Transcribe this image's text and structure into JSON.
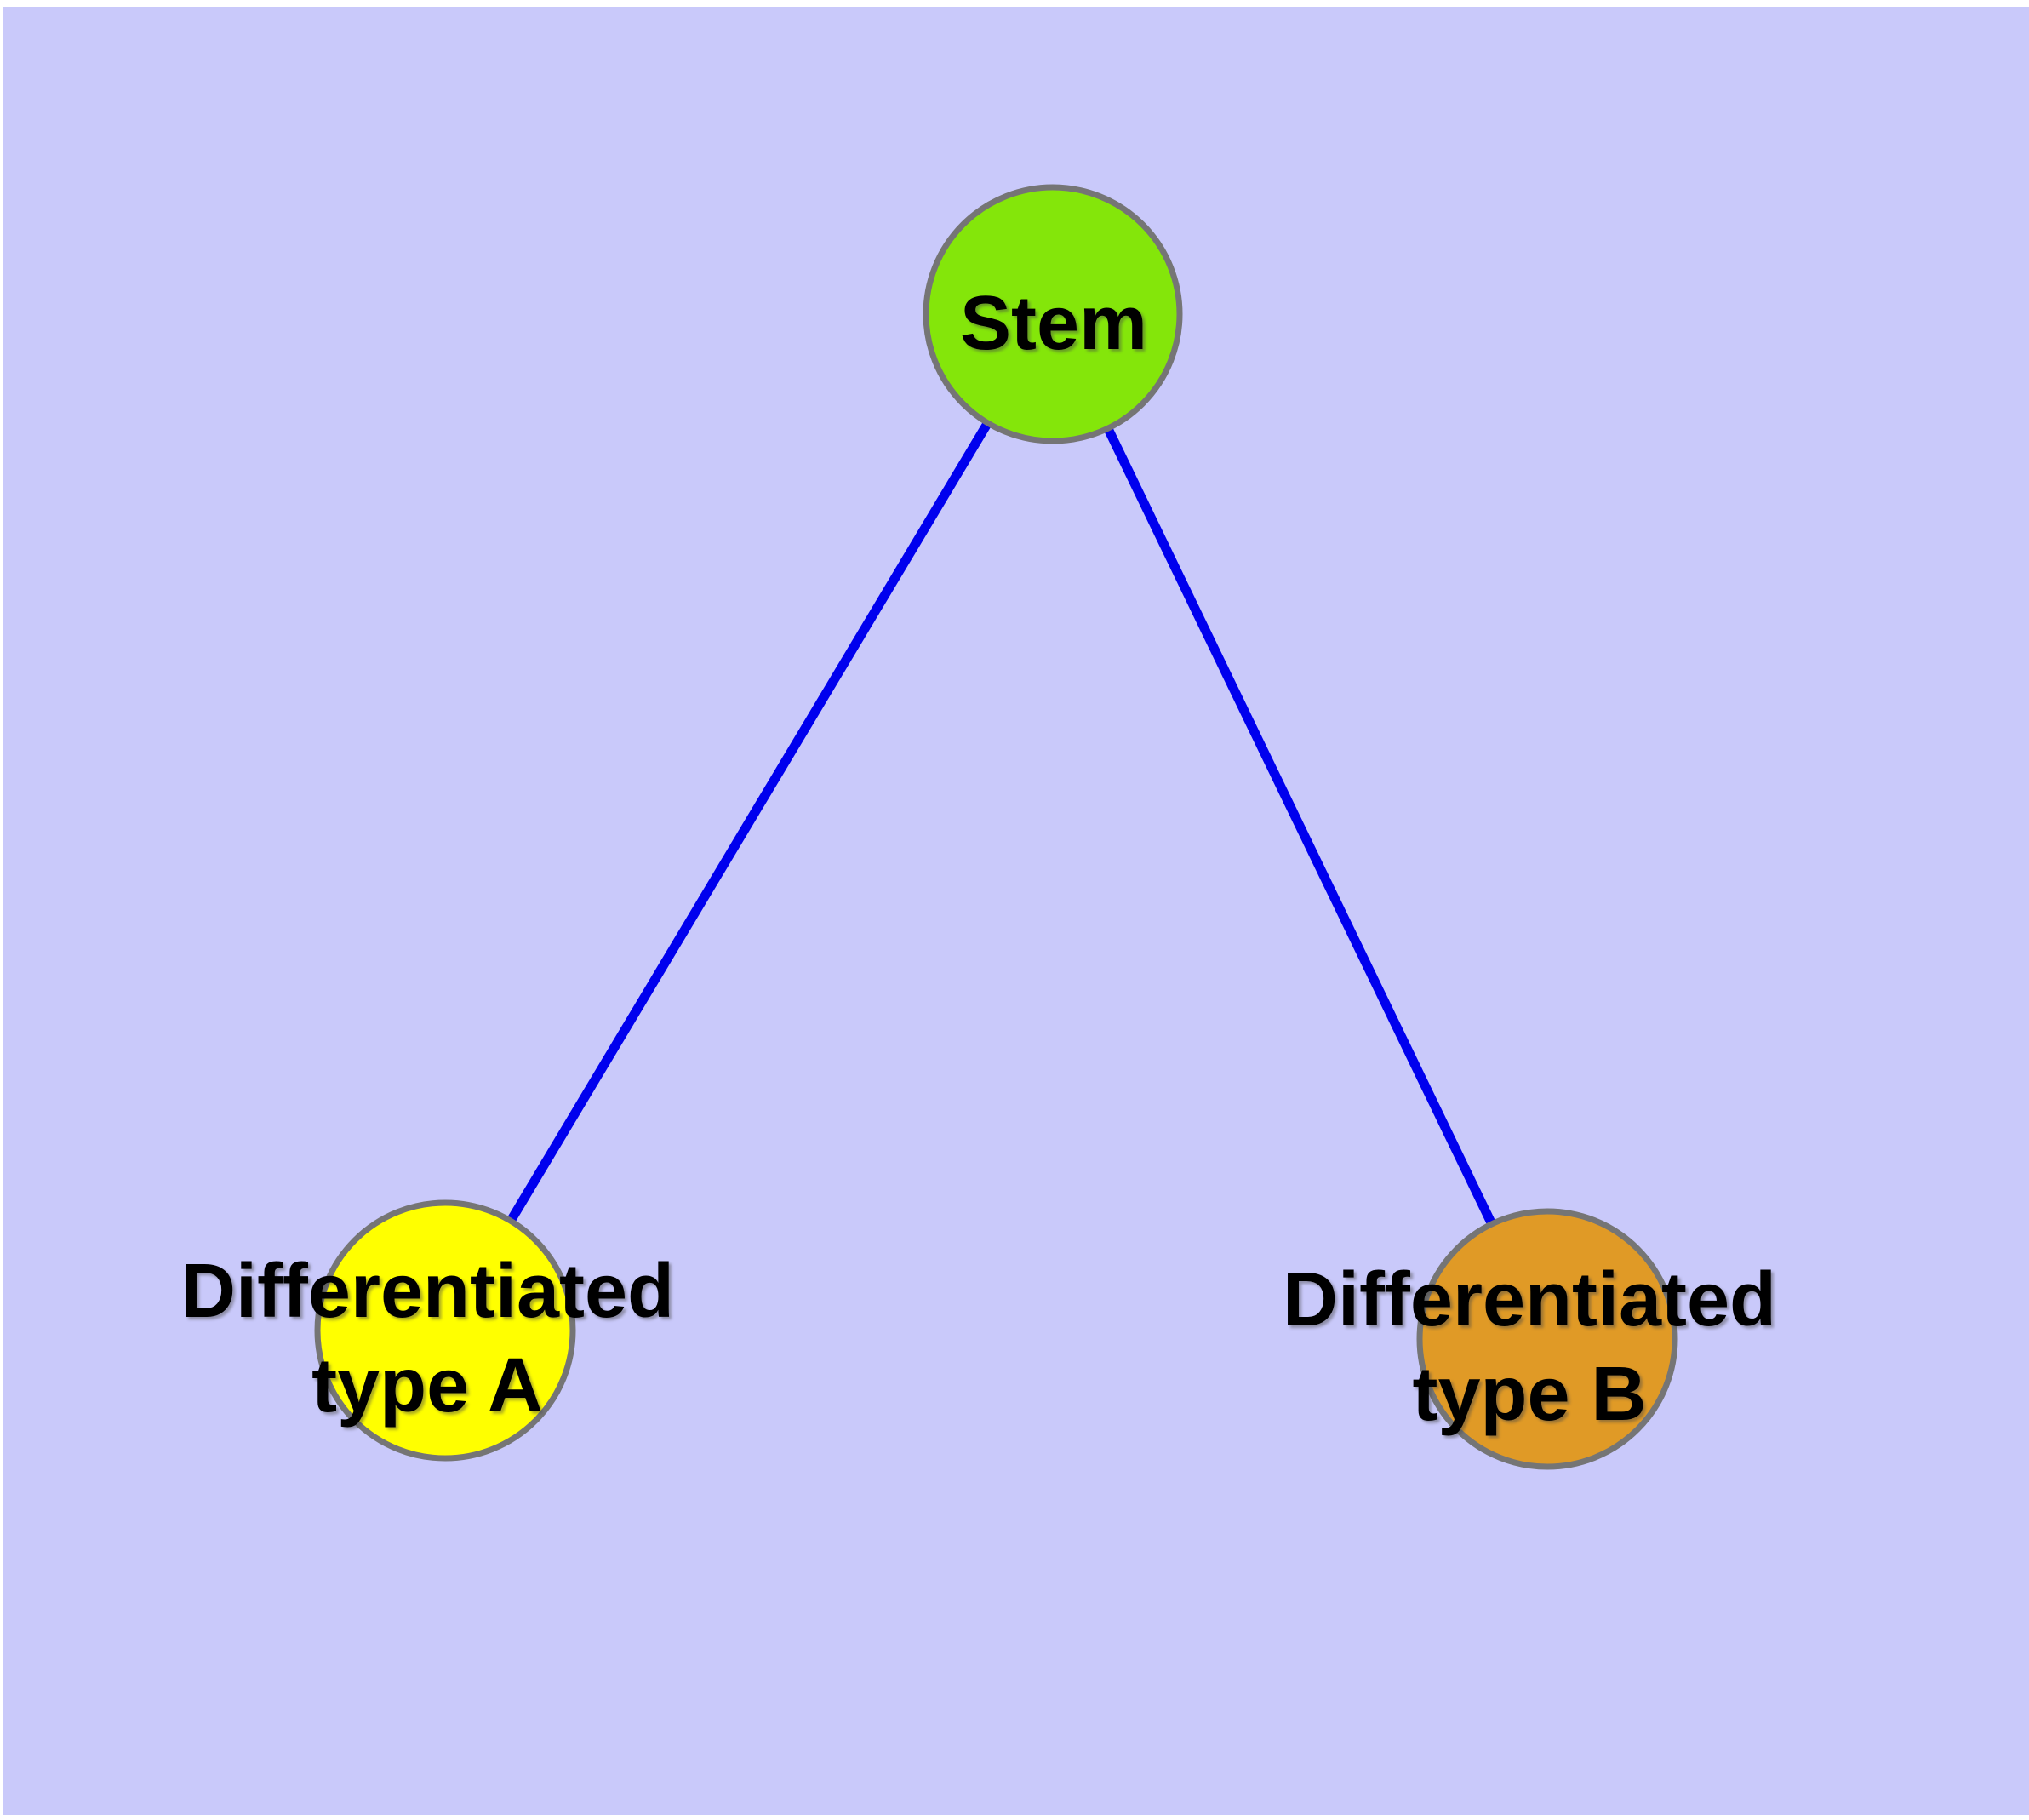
{
  "diagram": {
    "type": "node-edge-graph",
    "colors": {
      "page_margin": "#ffffff",
      "background": "#c9c9fa",
      "edge": "#0000ee",
      "node_outline": "#757575",
      "label_text": "#000000"
    },
    "nodes": {
      "stem": {
        "label": "Stem",
        "fill": "#84e60a"
      },
      "type_a": {
        "label_line1": "Differentiated",
        "label_line2": "type A",
        "fill": "#ffff00"
      },
      "type_b": {
        "label_line1": "Differentiated",
        "label_line2": "type B",
        "fill": "#e09a26"
      }
    },
    "edges": [
      {
        "from": "Stem",
        "to": "Differentiated type A"
      },
      {
        "from": "Stem",
        "to": "Differentiated type B"
      }
    ]
  }
}
